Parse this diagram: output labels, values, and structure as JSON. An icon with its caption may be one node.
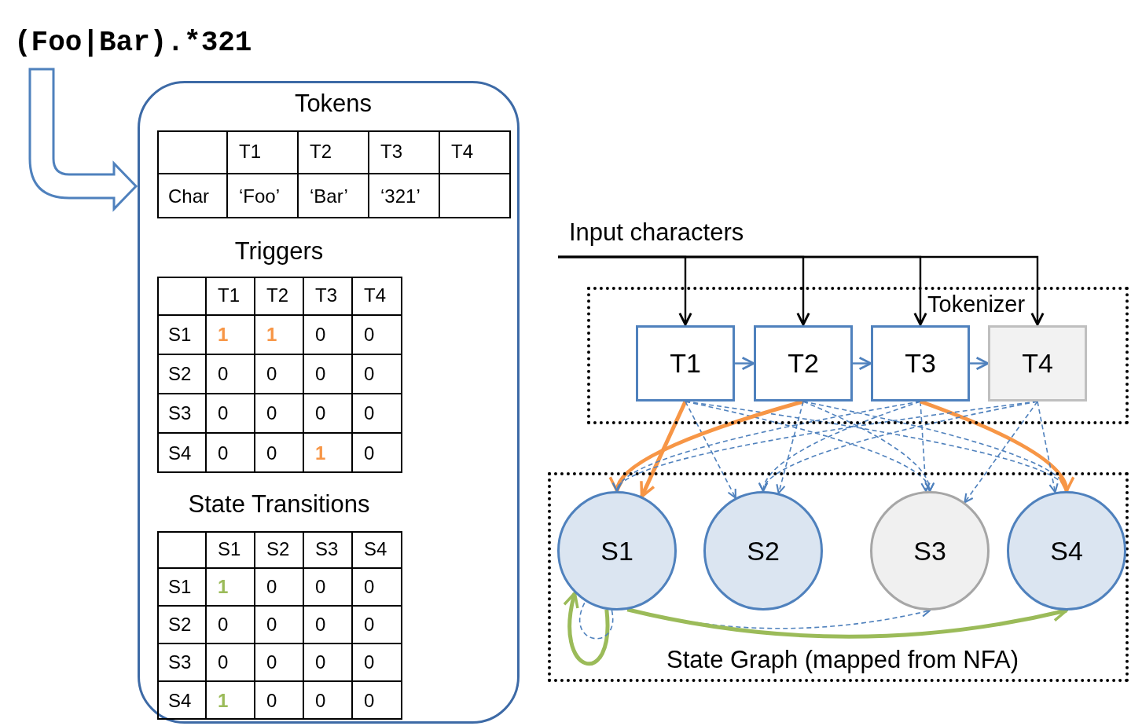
{
  "diagram": {
    "nodes": [
      {
        "text": [
          "(Foo|Bar).*321"
        ]
      },
      {
        "text": [
          "Tokens",
          "Triggers",
          "State Transitions"
        ]
      },
      {
        "text": [
          "Input characters"
        ]
      },
      {
        "text": [
          "Tokenizer"
        ]
      },
      {
        "text": [
          "T1"
        ],
        "in": 3
      },
      {
        "text": [
          "T2"
        ],
        "in": 3
      },
      {
        "text": [
          "T3"
        ],
        "in": 3
      },
      {
        "text": [
          "T4"
        ],
        "in": 3
      },
      {
        "text": [
          "State Graph (mapped from NFA)"
        ]
      },
      {
        "text": [
          "S1"
        ],
        "in": 8
      },
      {
        "text": [
          "S2"
        ],
        "in": 8
      },
      {
        "text": [
          "S3"
        ],
        "in": 8
      },
      {
        "text": [
          "S4"
        ],
        "in": 8
      }
    ],
    "edges": [
      {
        "from": 0,
        "to": 1,
        "arrow": "to"
      },
      {
        "from": 2,
        "to": 4,
        "arrow": "to",
        "color": "#000000"
      },
      {
        "from": 2,
        "to": 5,
        "arrow": "to",
        "color": "#000000"
      },
      {
        "from": 2,
        "to": 6,
        "arrow": "to",
        "color": "#000000"
      },
      {
        "from": 2,
        "to": 7,
        "arrow": "to",
        "color": "#000000"
      },
      {
        "from": 4,
        "to": 5,
        "arrow": "to"
      },
      {
        "from": 5,
        "to": 6,
        "arrow": "to"
      },
      {
        "from": 6,
        "to": 7,
        "arrow": "to"
      },
      {
        "from": 4,
        "to": 9,
        "arrow": "to",
        "style": "thick",
        "color": "#f79646"
      },
      {
        "from": 4,
        "to": 10,
        "arrow": "to",
        "style": "dashed"
      },
      {
        "from": 4,
        "to": 11,
        "arrow": "to",
        "style": "dashed"
      },
      {
        "from": 4,
        "to": 12,
        "arrow": "to",
        "style": "dashed"
      },
      {
        "from": 5,
        "to": 9,
        "arrow": "to",
        "style": "thick",
        "color": "#f79646"
      },
      {
        "from": 5,
        "to": 10,
        "arrow": "to",
        "style": "dashed"
      },
      {
        "from": 5,
        "to": 11,
        "arrow": "to",
        "style": "dashed"
      },
      {
        "from": 5,
        "to": 12,
        "arrow": "to",
        "style": "dashed"
      },
      {
        "from": 6,
        "to": 9,
        "arrow": "to",
        "style": "dashed"
      },
      {
        "from": 6,
        "to": 10,
        "arrow": "to",
        "style": "dashed"
      },
      {
        "from": 6,
        "to": 11,
        "arrow": "to",
        "style": "dashed"
      },
      {
        "from": 6,
        "to": 12,
        "arrow": "to",
        "style": "thick",
        "color": "#f79646"
      },
      {
        "from": 7,
        "to": 9,
        "arrow": "to",
        "style": "dashed"
      },
      {
        "from": 7,
        "to": 10,
        "arrow": "to",
        "style": "dashed"
      },
      {
        "from": 7,
        "to": 11,
        "arrow": "to",
        "style": "dashed"
      },
      {
        "from": 7,
        "to": 12,
        "arrow": "to",
        "style": "dashed"
      },
      {
        "from": 9,
        "to": 9,
        "arrow": "to",
        "style": "thick",
        "color": "#9bbb59"
      },
      {
        "from": 9,
        "to": 9,
        "arrow": "none",
        "style": "dashed"
      },
      {
        "from": 9,
        "to": 11,
        "arrow": "to",
        "style": "dashed"
      },
      {
        "from": 9,
        "to": 12,
        "arrow": "to",
        "style": "thick",
        "color": "#9bbb59"
      }
    ],
    "labels": [
      "T1",
      "T2",
      "T3",
      "T4",
      "Char",
      "‘Foo’",
      "‘Bar’",
      "‘321’",
      "T1",
      "T2",
      "T3",
      "T4",
      "S1",
      "1",
      "1",
      "0",
      "0",
      "S2",
      "0",
      "0",
      "0",
      "0",
      "S3",
      "0",
      "0",
      "0",
      "0",
      "S4",
      "0",
      "0",
      "1",
      "0",
      "S1",
      "S2",
      "S3",
      "S4",
      "S1",
      "1",
      "0",
      "0",
      "0",
      "S2",
      "0",
      "0",
      "0",
      "0",
      "S3",
      "0",
      "0",
      "0",
      "0",
      "S4",
      "1",
      "0",
      "0",
      "0"
    ]
  }
}
